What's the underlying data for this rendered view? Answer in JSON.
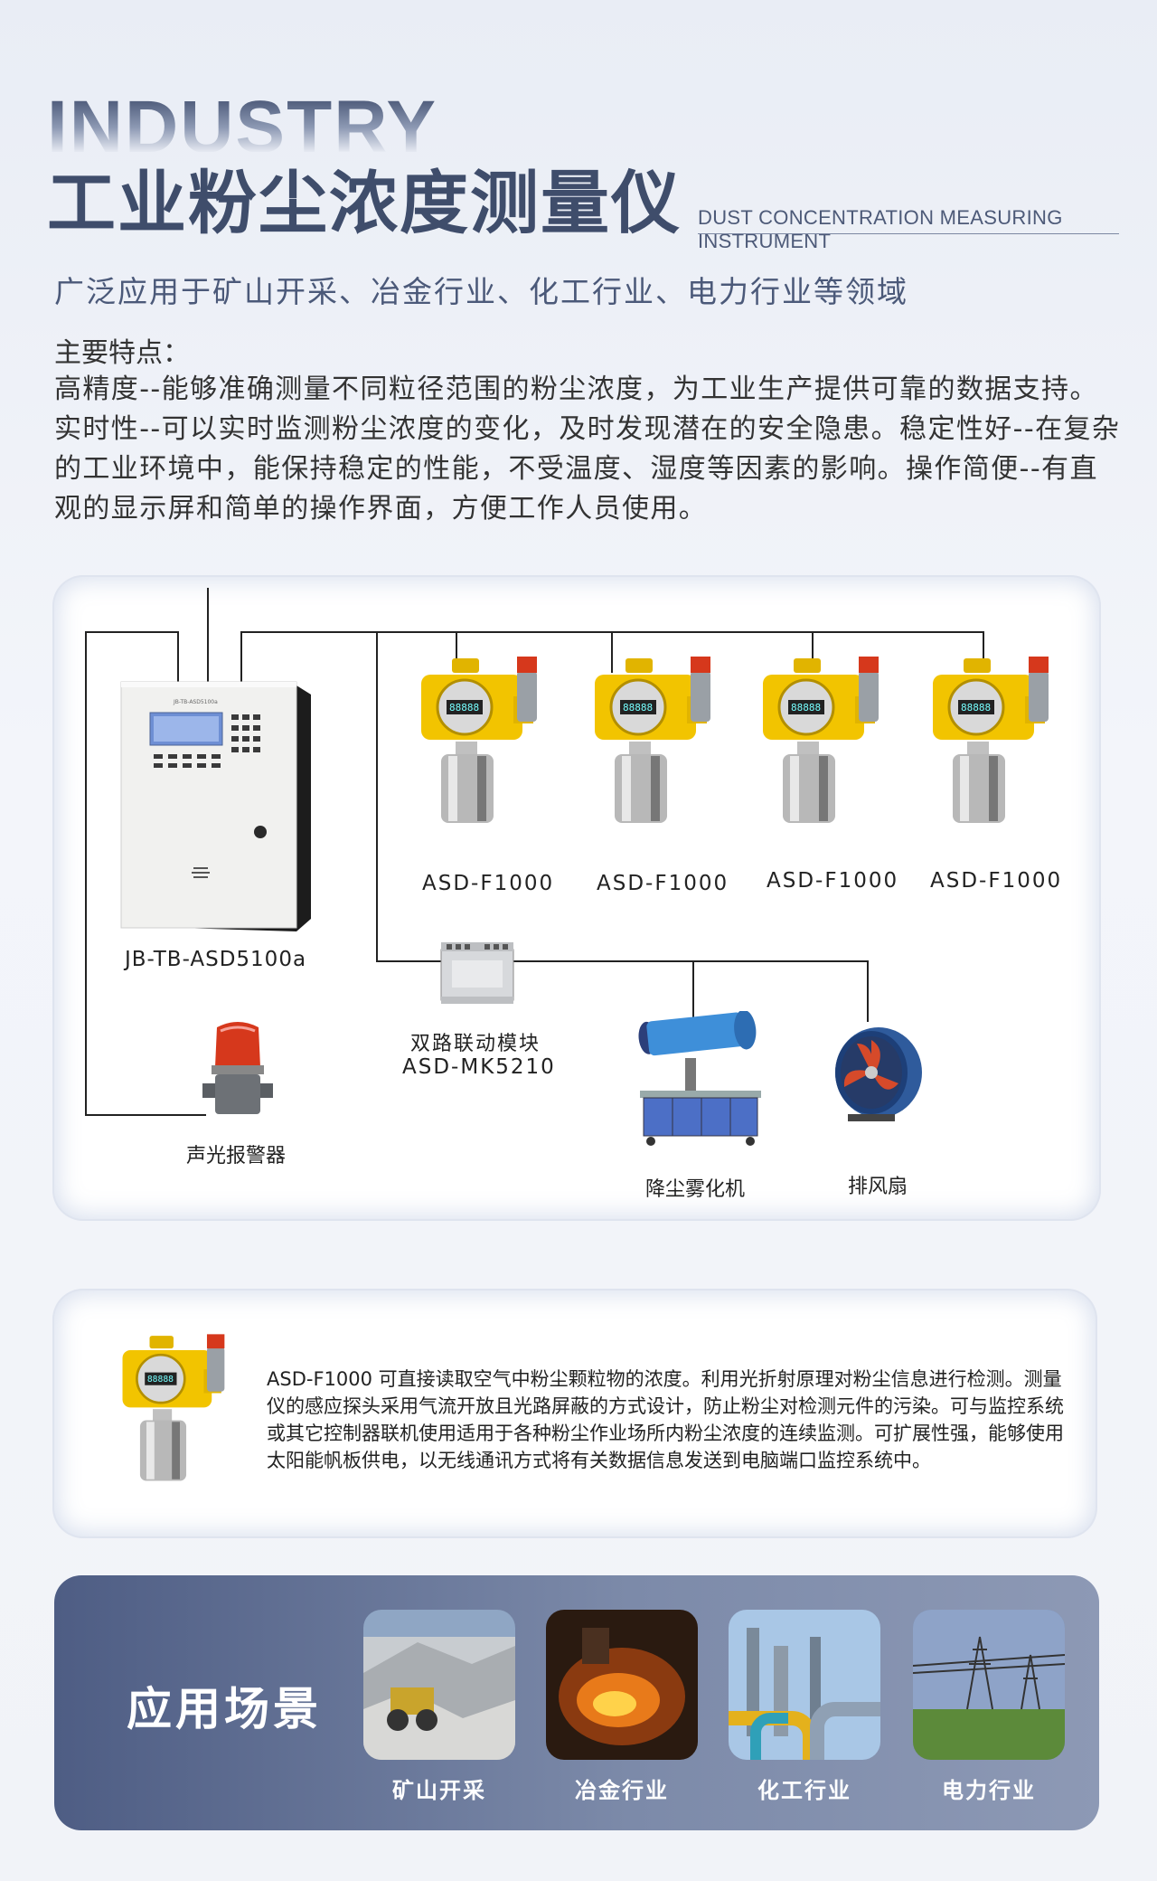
{
  "header": {
    "eyebrow": "INDUSTRY",
    "title": "工业粉尘浓度测量仪",
    "title_en": "DUST CONCENTRATION MEASURING INSTRUMENT",
    "subtitle": "广泛应用于矿山开采、冶金行业、化工行业、电力行业等领域"
  },
  "features": {
    "heading": "主要特点：",
    "body": "高精度--能够准确测量不同粒径范围的粉尘浓度，为工业生产提供可靠的数据支持。实时性--可以实时监测粉尘浓度的变化，及时发现潜在的安全隐患。稳定性好--在复杂的工业环境中，能保持稳定的性能，不受温度、湿度等因素的影响。操作简便--有直观的显示屏和简单的操作界面，方便工作人员使用。"
  },
  "diagram": {
    "controller": "JB-TB-ASD5100a",
    "controller_panel_text": "JB-TB-ASD5100a",
    "detectors": [
      "ASD-F1000",
      "ASD-F1000",
      "ASD-F1000",
      "ASD-F1000"
    ],
    "detector_display": "88888",
    "module_name": "双路联动模块",
    "module_model": "ASD-MK5210",
    "alarm": "声光报警器",
    "mist_machine": "降尘雾化机",
    "fan": "排风扇"
  },
  "description": {
    "text": "ASD-F1000 可直接读取空气中粉尘颗粒物的浓度。利用光折射原理对粉尘信息进行检测。测量仪的感应探头采用气流开放且光路屏蔽的方式设计，防止粉尘对检测元件的污染。可与监控系统或其它控制器联机使用适用于各种粉尘作业场所内粉尘浓度的连续监测。可扩展性强，能够使用太阳能帆板供电，以无线通讯方式将有关数据信息发送到电脑端口监控系统中。"
  },
  "applications": {
    "title": "应用场景",
    "items": [
      {
        "label": "矿山开采",
        "icon": "mining-photo"
      },
      {
        "label": "冶金行业",
        "icon": "metallurgy-photo"
      },
      {
        "label": "化工行业",
        "icon": "chemical-photo"
      },
      {
        "label": "电力行业",
        "icon": "power-photo"
      }
    ]
  },
  "colors": {
    "title": "#3f4d6b",
    "panel": "#5d6b90",
    "detector_yellow": "#f2c400",
    "alarm_red": "#d6381c"
  }
}
